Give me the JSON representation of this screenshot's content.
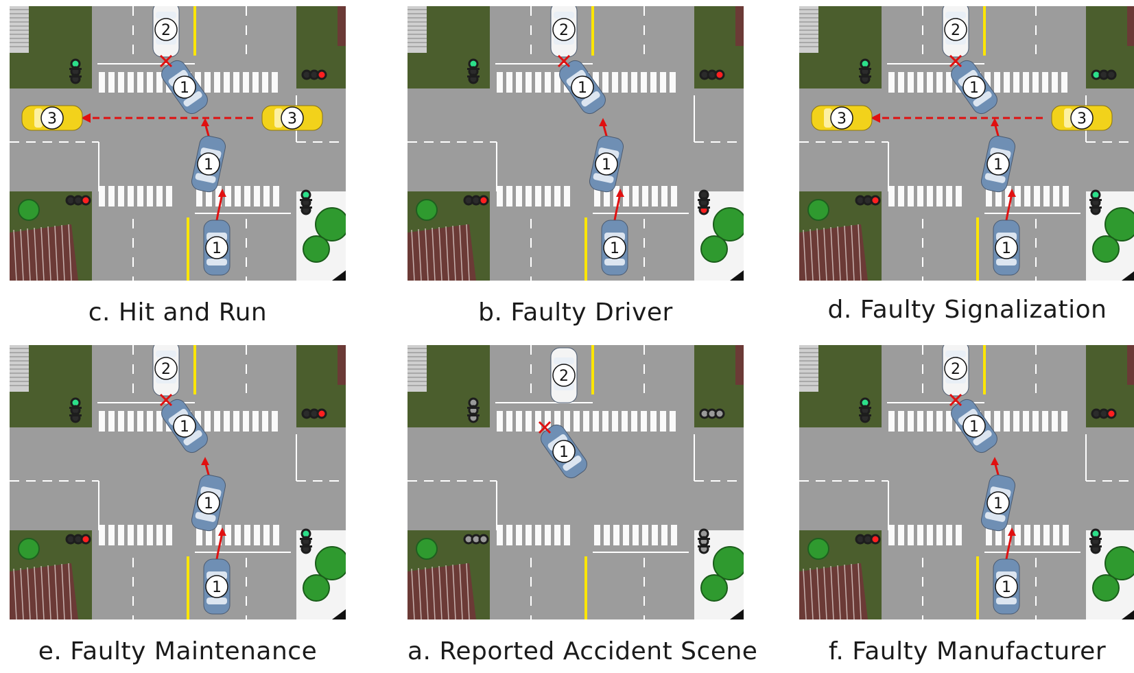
{
  "panels": [
    {
      "caption": "c. Hit and Run",
      "variant": "full",
      "witness": true,
      "lights": {
        "top_left": "green",
        "top_right": "red",
        "bottom_left": "red",
        "bottom_right": "green"
      }
    },
    {
      "caption": "b. Faulty Driver",
      "variant": "full",
      "witness": false,
      "lights": {
        "top_left": "green",
        "top_right": "red",
        "bottom_left": "red",
        "bottom_right": "red"
      }
    },
    {
      "caption": "d. Faulty Signalization",
      "variant": "full",
      "witness": true,
      "lights": {
        "top_left": "green",
        "top_right": "green",
        "bottom_left": "red",
        "bottom_right": "green"
      }
    },
    {
      "caption": "e. Faulty Maintenance",
      "variant": "full",
      "witness": false,
      "lights": {
        "top_left": "green",
        "top_right": "red",
        "bottom_left": "red",
        "bottom_right": "green"
      }
    },
    {
      "caption": "a. Reported Accident Scene",
      "variant": "scene",
      "witness": false,
      "lights": {
        "top_left": "off",
        "top_right": "off",
        "bottom_left": "off",
        "bottom_right": "off"
      }
    },
    {
      "caption": "f. Faulty Manufacturer",
      "variant": "full",
      "witness": false,
      "lights": {
        "top_left": "green",
        "top_right": "red",
        "bottom_left": "red",
        "bottom_right": "green"
      }
    }
  ],
  "vehicle_labels": {
    "main": "1",
    "parked": "2",
    "witness": "3"
  },
  "colors": {
    "road": "#9c9c9c",
    "grass": "#4b5e2d",
    "lane_yellow": "#ffe600",
    "arrow_red": "#e01010",
    "car_blue": "#6f8fb4",
    "car_yellow": "#f2d21b",
    "car_white": "#f4f4f4",
    "light_green": "#2ce08a",
    "light_red": "#ff2020",
    "light_off": "#9a9a9a",
    "roof_brown": "#6b3a36",
    "tree_green": "#2f9a2f"
  }
}
